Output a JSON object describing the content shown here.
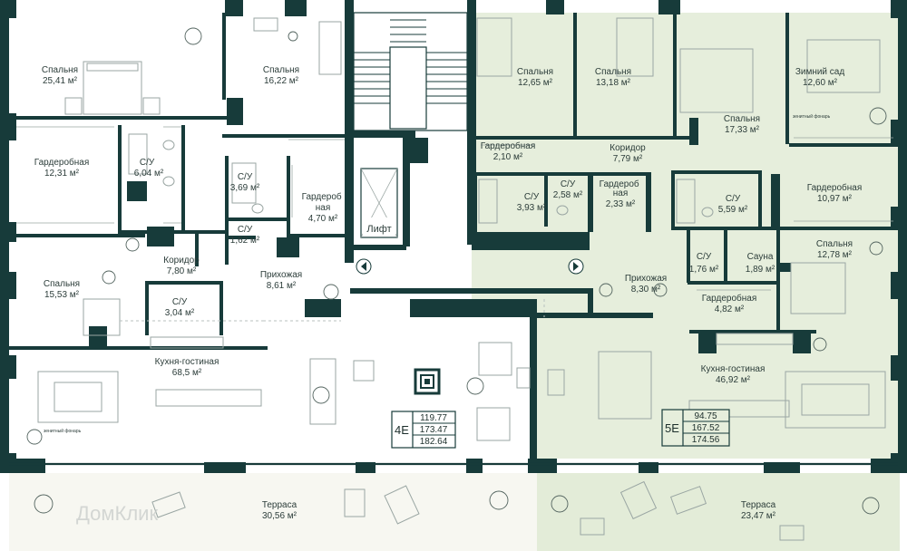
{
  "colors": {
    "wall": "#173b3a",
    "unit_4e_fill": "#ffffff",
    "unit_5e_fill": "#e6eedc",
    "terrace_fill": "#f7f7f1",
    "text": "#2c3d3a"
  },
  "units": [
    {
      "id": "4E",
      "label": "4E",
      "areas": [
        "119.77",
        "173.47",
        "182.64"
      ],
      "rooms": {
        "bed1": {
          "name": "Спальня",
          "area": "25,41 м²"
        },
        "bed2": {
          "name": "Спальня",
          "area": "16,22 м²"
        },
        "ward1": {
          "name": "Гардеробная",
          "area": "12,31 м²"
        },
        "bath1": {
          "name": "С/У",
          "area": "6,04 м²"
        },
        "bath2": {
          "name": "С/У",
          "area": "3,69 м²"
        },
        "ward2": {
          "name": "Гардероб\nная",
          "area": "4,70 м²"
        },
        "bath3": {
          "name": "С/У",
          "area": "1,62 м²"
        },
        "bed3": {
          "name": "Спальня",
          "area": "15,53 м²"
        },
        "corr": {
          "name": "Коридор",
          "area": "7,80 м²"
        },
        "bath4": {
          "name": "С/У",
          "area": "3,04 м²"
        },
        "hall": {
          "name": "Прихожая",
          "area": "8,61 м²"
        },
        "kitchen": {
          "name": "Кухня-гостиная",
          "area": "68,5 м²"
        },
        "terrace": {
          "name": "Терраса",
          "area": "30,56 м²"
        }
      }
    },
    {
      "id": "5E",
      "label": "5E",
      "areas": [
        "94.75",
        "167.52",
        "174.56"
      ],
      "rooms": {
        "bed1": {
          "name": "Спальня",
          "area": "12,65 м²"
        },
        "bed2": {
          "name": "Спальня",
          "area": "13,18 м²"
        },
        "winter": {
          "name": "Зимний сад",
          "area": "12,60 м²"
        },
        "ward1": {
          "name": "Гардеробная",
          "area": "2,10 м²"
        },
        "corr": {
          "name": "Коридор",
          "area": "7,79 м²"
        },
        "bed3": {
          "name": "Спальня",
          "area": "17,33 м²"
        },
        "bath1": {
          "name": "С/У",
          "area": "3,93 м²"
        },
        "bath2": {
          "name": "С/У",
          "area": "2,58 м²"
        },
        "ward2": {
          "name": "Гардероб\nная",
          "area": "2,33 м²"
        },
        "bath3": {
          "name": "С/У",
          "area": "5,59 м²"
        },
        "ward3": {
          "name": "Гардеробная",
          "area": "10,97 м²"
        },
        "bath4": {
          "name": "С/У",
          "area": "1,76 м²"
        },
        "sauna": {
          "name": "Сауна",
          "area": "1,89 м²"
        },
        "bed4": {
          "name": "Спальня",
          "area": "12,78 м²"
        },
        "hall": {
          "name": "Прихожая",
          "area": "8,30 м²"
        },
        "ward4": {
          "name": "Гардеробная",
          "area": "4,82 м²"
        },
        "kitchen": {
          "name": "Кухня-гостиная",
          "area": "46,92 м²"
        },
        "terrace": {
          "name": "Терраса",
          "area": "23,47 м²"
        }
      }
    }
  ],
  "core": {
    "lift_label": "Лифт"
  },
  "notes": {
    "window_label": "зенитный фонарь"
  },
  "watermark": "ДомКлик"
}
